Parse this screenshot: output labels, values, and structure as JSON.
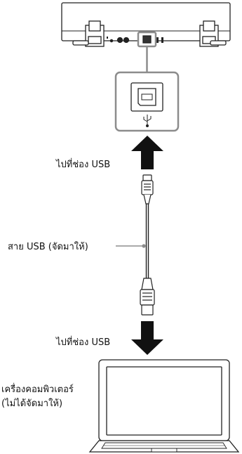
{
  "labels": {
    "to_usb_port_top": "ไปที่ช่อง USB",
    "usb_cable": "สาย USB (จัดมาให้)",
    "to_usb_port_bottom": "ไปที่ช่อง USB",
    "computer_line1": "เครื่องคอมพิวเตอร์",
    "computer_line2": "(ไม่ได้จัดมาให้)"
  },
  "colors": {
    "line": "#222222",
    "callout": "#9a9a9a",
    "arrow": "#111111",
    "callout_gray": "#8c8c8c"
  },
  "icons": {
    "usb_symbol": "usb-trident-icon"
  }
}
